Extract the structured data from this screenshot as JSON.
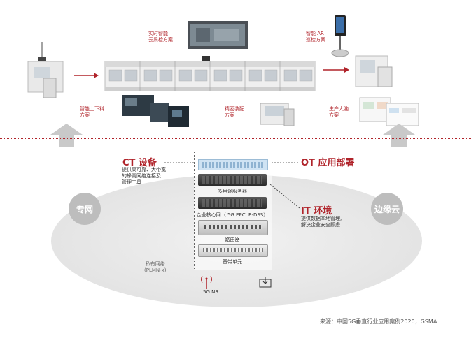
{
  "top_labels": {
    "cloud_qc": [
      "实时智能",
      "云质检方案"
    ],
    "ar_inspection": [
      "智能 AR",
      "巡检方案"
    ],
    "load_unload": [
      "智能上下料",
      "方案"
    ],
    "assembly": [
      "精密装配",
      "方案"
    ],
    "production_screen": [
      "生产大脑",
      "方案"
    ]
  },
  "ct": {
    "title": "CT 设备",
    "desc": [
      "提供高可靠、大带宽",
      "的蜂窝网络连接及",
      "管理工具"
    ]
  },
  "ot": {
    "title": "OT 应用部署"
  },
  "it": {
    "title": "IT 环境",
    "desc": [
      "提供数据本地管理,",
      "解决企业安全顾虑"
    ]
  },
  "badges": {
    "left": "专网",
    "right": "边缘云"
  },
  "rack_labels": {
    "multi_server": "多用途服务器",
    "core_network": "企业核心网（ 5G EPC. E-DSS）",
    "router": "路由器",
    "baseband": "基带单元"
  },
  "private_net": [
    "私有网络",
    "(PLMN-x)"
  ],
  "nr_label": "5G NR",
  "source": "来源：中国5G垂直行业应用案例2020，GSMA",
  "colors": {
    "accent": "#b0232a",
    "badge": "#bdbdbd",
    "arrow": "#c9c9c9"
  }
}
